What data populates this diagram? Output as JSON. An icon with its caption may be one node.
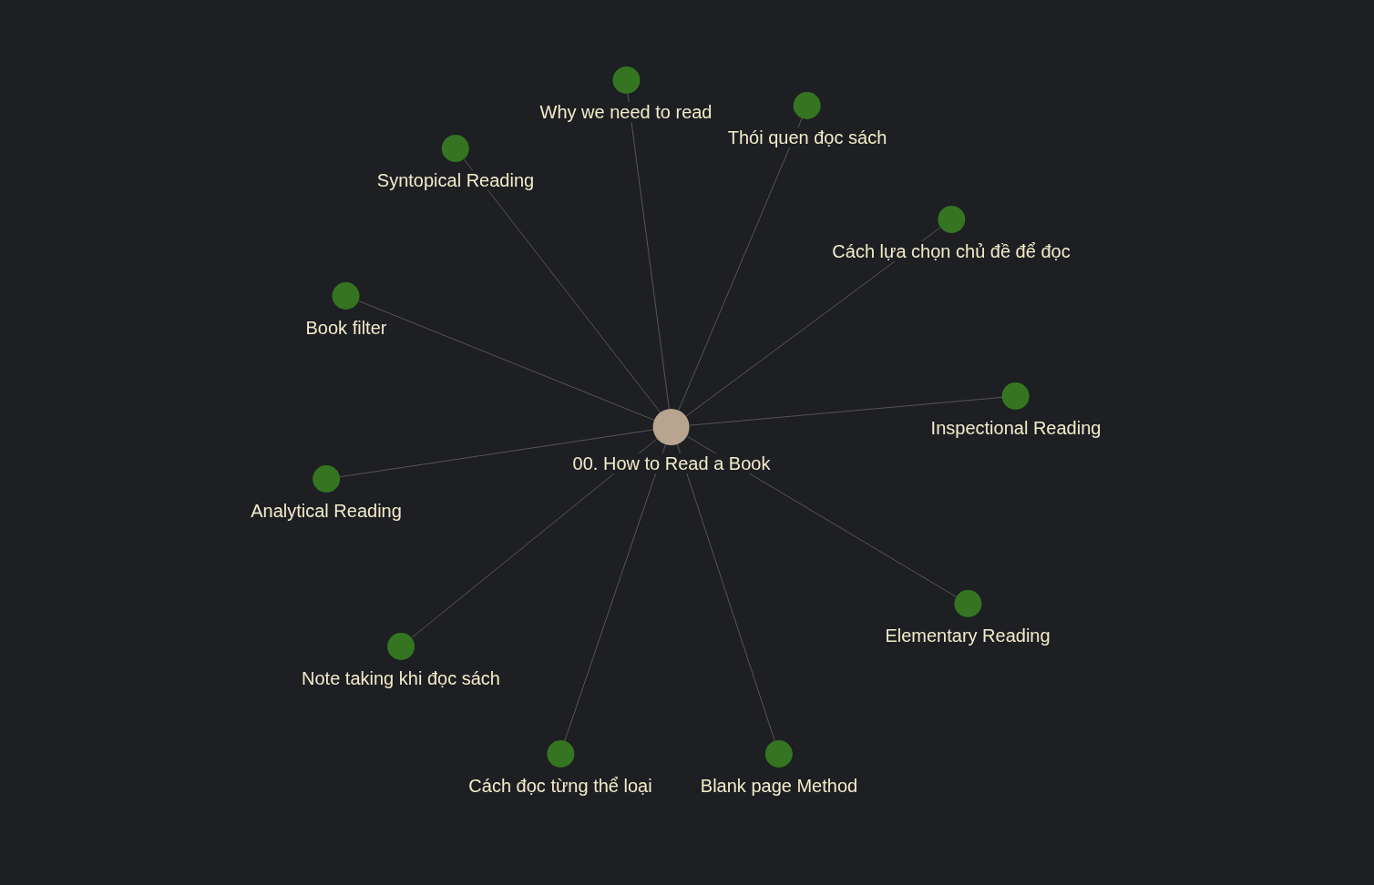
{
  "diagram": {
    "nodes": [
      {
        "text": [
          "00. How to Read a Book"
        ]
      },
      {
        "text": [
          "Why we need to read"
        ]
      },
      {
        "text": [
          "Thói quen đọc sách"
        ]
      },
      {
        "text": [
          "Syntopical Reading"
        ]
      },
      {
        "text": [
          "Cách lựa chọn chủ đề để đọc"
        ]
      },
      {
        "text": [
          "Book filter"
        ]
      },
      {
        "text": [
          "Inspectional Reading"
        ]
      },
      {
        "text": [
          "Analytical Reading"
        ]
      },
      {
        "text": [
          "Elementary Reading"
        ]
      },
      {
        "text": [
          "Note taking khi đọc sách"
        ]
      },
      {
        "text": [
          "Cách đọc từng thể loại"
        ]
      },
      {
        "text": [
          "Blank page Method"
        ]
      }
    ],
    "edges": [
      {
        "from": 0,
        "to": 1,
        "arrow": "none"
      },
      {
        "from": 0,
        "to": 2,
        "arrow": "none"
      },
      {
        "from": 0,
        "to": 3,
        "arrow": "none"
      },
      {
        "from": 0,
        "to": 4,
        "arrow": "none"
      },
      {
        "from": 0,
        "to": 5,
        "arrow": "none"
      },
      {
        "from": 0,
        "to": 6,
        "arrow": "none"
      },
      {
        "from": 0,
        "to": 7,
        "arrow": "none"
      },
      {
        "from": 0,
        "to": 8,
        "arrow": "none"
      },
      {
        "from": 0,
        "to": 9,
        "arrow": "none"
      },
      {
        "from": 0,
        "to": 10,
        "arrow": "none"
      },
      {
        "from": 0,
        "to": 11,
        "arrow": "none"
      }
    ]
  }
}
